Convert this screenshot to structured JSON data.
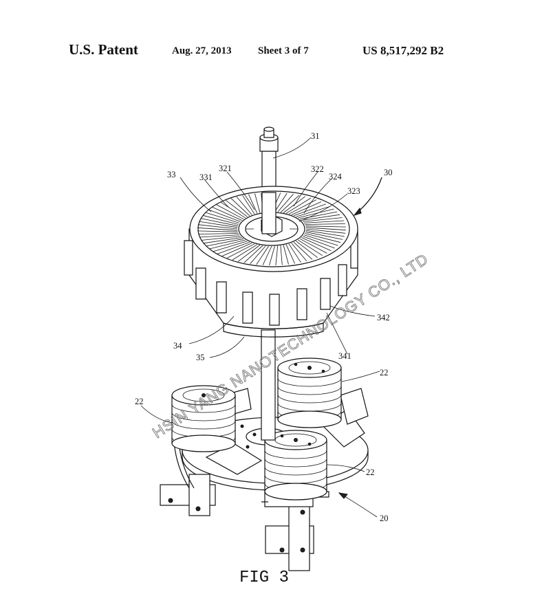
{
  "header": {
    "left": "U.S. Patent",
    "date": "Aug. 27, 2013",
    "sheet": "Sheet 3 of 7",
    "number": "US 8,517,292 B2"
  },
  "figure": {
    "caption": "FIG 3",
    "watermark": "HSIN YANG NANOTECHNOLOGY CO., LTD",
    "labels": {
      "l31": "31",
      "l30": "30",
      "l33": "33",
      "l331": "331",
      "l321": "321",
      "l322": "322",
      "l324": "324",
      "l323": "323",
      "l342": "342",
      "l341": "341",
      "l34": "34",
      "l35": "35",
      "l22a": "22",
      "l22b": "22",
      "l22c": "22",
      "l20": "20"
    }
  }
}
